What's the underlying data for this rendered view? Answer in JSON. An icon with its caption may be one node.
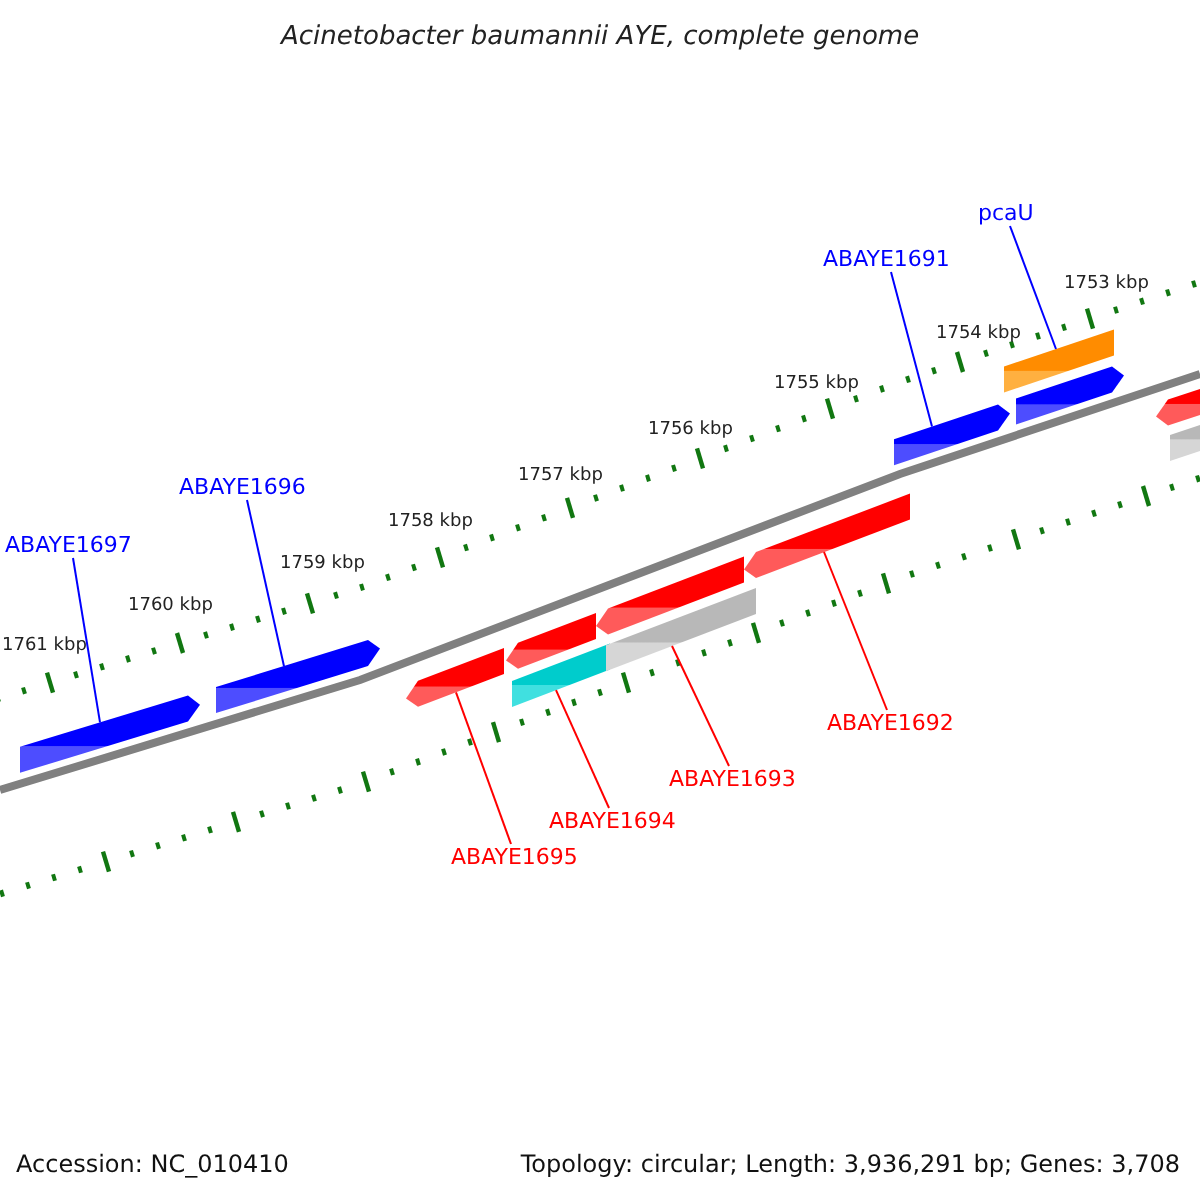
{
  "diagram": {
    "title": "Acinetobacter baumannii AYE, complete genome",
    "nodes": [
      {
        "text": [
          "pcaU"
        ]
      },
      {
        "text": [
          "ABAYE1691"
        ]
      },
      {
        "text": [
          "ABAYE1696"
        ]
      },
      {
        "text": [
          "ABAYE1697"
        ]
      },
      {
        "text": [
          "ABAYE1692"
        ]
      },
      {
        "text": [
          "ABAYE1693"
        ]
      },
      {
        "text": [
          "ABAYE1694"
        ]
      },
      {
        "text": [
          "ABAYE1695"
        ]
      },
      {
        "text": [],
        "shape": "bar"
      },
      {
        "text": [],
        "shape": "bar"
      },
      {
        "text": [],
        "shape": "bar"
      },
      {
        "text": [],
        "shape": "bar"
      },
      {
        "text": [],
        "shape": "bar"
      },
      {
        "text": [],
        "shape": "bar"
      },
      {
        "text": [],
        "shape": "bar"
      },
      {
        "text": [],
        "shape": "bar"
      },
      {
        "text": [],
        "shape": "bar"
      },
      {
        "text": [],
        "shape": "bar"
      },
      {
        "text": [],
        "shape": "bar"
      },
      {
        "text": [],
        "shape": "bar"
      },
      {
        "text": [],
        "shape": "bar"
      }
    ],
    "edges": [
      {
        "from": 0,
        "to": 17,
        "arrow": "none",
        "color": "#0000ff"
      },
      {
        "from": 1,
        "to": 16,
        "arrow": "none",
        "color": "#0000ff"
      },
      {
        "from": 2,
        "to": 9,
        "arrow": "none",
        "color": "#0000ff"
      },
      {
        "from": 3,
        "to": 8,
        "arrow": "none",
        "color": "#0000ff"
      },
      {
        "from": 4,
        "to": 15,
        "arrow": "none",
        "color": "#ff0000"
      },
      {
        "from": 5,
        "to": 14,
        "arrow": "none",
        "color": "#ff0000"
      },
      {
        "from": 6,
        "to": 12,
        "arrow": "none",
        "color": "#ff0000"
      },
      {
        "from": 7,
        "to": 10,
        "arrow": "none",
        "color": "#ff0000"
      }
    ],
    "labels": [
      "1753 kbp",
      "1754 kbp",
      "1755 kbp",
      "1756 kbp",
      "1757 kbp",
      "1758 kbp",
      "1759 kbp",
      "1760 kbp",
      "1761 kbp",
      "Accession: NC_010410",
      "Topology: circular; Length: 3,936,291 bp; Genes: 3,708"
    ]
  }
}
